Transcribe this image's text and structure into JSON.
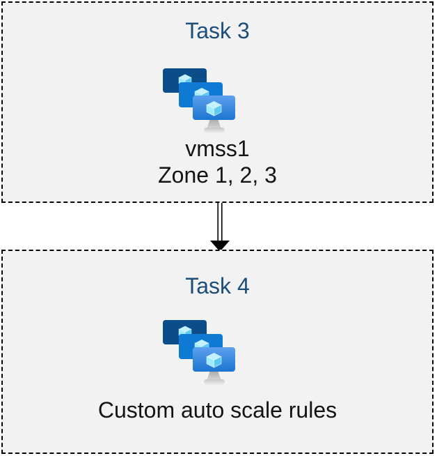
{
  "diagram": {
    "type": "task-flow",
    "connector": {
      "style": "double-line-arrow",
      "direction": "down"
    }
  },
  "palette": {
    "box_fill": "#f2f2f2",
    "box_border": "#000000",
    "title_color": "#1c4e79",
    "label_color": "#141414",
    "monitor_back": "#0b4d89",
    "monitor_middle": "#0f7ad4",
    "monitor_front_top": "#5ea0ef",
    "monitor_front_bottom": "#1b75d0",
    "cube_top": "#c3f1ff",
    "cube_left": "#9cebff",
    "cube_right": "#5ec9f1",
    "stand_gray": "#b5b5b5",
    "arrow_color": "#000000"
  },
  "boxes": [
    {
      "title": "Task 3",
      "icon": "vm-scale-sets-icon",
      "labels": {
        "line1": "vmss1",
        "line2": "Zone 1, 2, 3"
      }
    },
    {
      "title": "Task 4",
      "icon": "vm-scale-sets-icon",
      "labels": {
        "line1": "Custom auto scale rules"
      }
    }
  ]
}
